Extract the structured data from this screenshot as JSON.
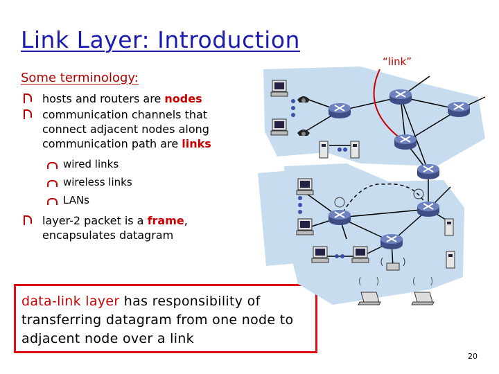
{
  "slide": {
    "title": "Link Layer: Introduction",
    "subtitle": "Some terminology:",
    "bullet1_pre": "hosts and routers are ",
    "bullet1_em": "nodes",
    "bullet2_pre": "communication channels that connect adjacent nodes along communication path are ",
    "bullet2_em": "links",
    "sub_bullets": [
      "wired links",
      "wireless links",
      "LANs"
    ],
    "bullet3_pre": "layer-2 packet is a ",
    "bullet3_em": "frame",
    "bullet3_post": ", encapsulates datagram",
    "box_em": "data-link layer",
    "box_rest": " has responsibility of transferring datagram from one node to adjacent node over a link",
    "link_callout": "“link”",
    "page_number": "20"
  },
  "colors": {
    "title": "#1a1ab0",
    "accent": "#cc0000",
    "network_bg": "#c7dcef",
    "router": "#5b6fa8"
  },
  "icons": [
    "router-icon",
    "pc-icon",
    "telephone-icon",
    "server-icon",
    "laptop-icon",
    "wireless-access-point-icon"
  ]
}
